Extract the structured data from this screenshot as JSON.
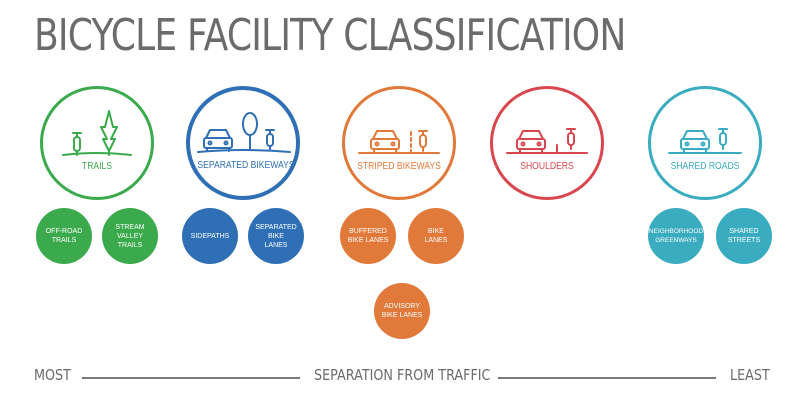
{
  "title": "BICYCLE FACILITY CLASSIFICATION",
  "colors": {
    "trails": "#3aaa4c",
    "separated": "#2f6fb5",
    "striped": "#e0793a",
    "shoulders": "#d9474e",
    "shared": "#3aacbf",
    "text_gray": "#6b6b6b"
  },
  "categories": [
    {
      "label": "TRAILS",
      "icon": "bike-and-tree-icon"
    },
    {
      "label": "SEPARATED BIKEWAYS",
      "icon": "car-tree-bike-icon"
    },
    {
      "label": "STRIPED BIKEWAYS",
      "icon": "car-bike-icon"
    },
    {
      "label": "SHOULDERS",
      "icon": "car-bike-icon"
    },
    {
      "label": "SHARED ROADS",
      "icon": "car-bike-icon"
    }
  ],
  "subtypes": {
    "off_road_trails": "OFF-ROAD\nTRAILS",
    "stream_valley_trails": "STREAM\nVALLEY\nTRAILS",
    "sidepaths": "SIDEPATHS",
    "separated_bike_lanes": "SEPARATED\nBIKE\nLANES",
    "buffered_bike_lanes": "BUFFERED\nBIKE LANES",
    "bike_lanes": "BIKE\nLANES",
    "advisory_bike_lanes": "ADVISORY\nBIKE LANES",
    "neighborhood_greenways": "NEIGHBORHOOD\nGREENWAYS",
    "shared_streets": "SHARED\nSTREETS"
  },
  "axis": {
    "left": "MOST",
    "center": "SEPARATION FROM TRAFFIC",
    "right": "LEAST"
  }
}
